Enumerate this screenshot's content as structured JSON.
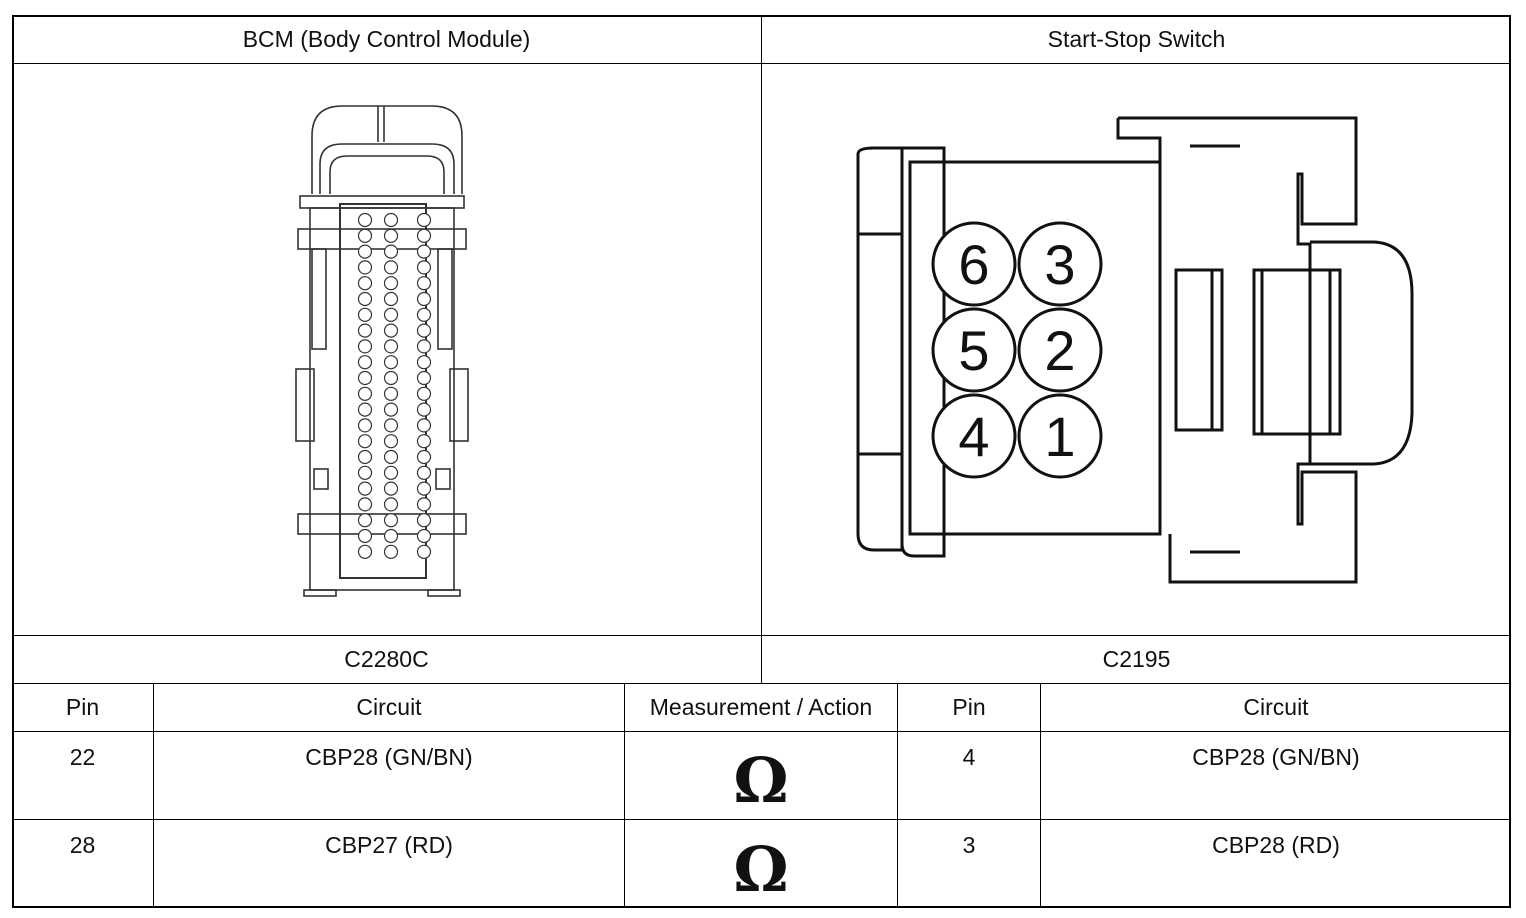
{
  "header": {
    "left_title": "BCM (Body Control Module)",
    "right_title": "Start-Stop Switch"
  },
  "connectors": {
    "left_id": "C2280C",
    "right_id": "C2195"
  },
  "switch_pins": [
    "6",
    "3",
    "5",
    "2",
    "4",
    "1"
  ],
  "table": {
    "headers": [
      "Pin",
      "Circuit",
      "Measurement / Action",
      "Pin",
      "Circuit"
    ],
    "rows": [
      {
        "pin_a": "22",
        "circuit_a": "CBP28 (GN/BN)",
        "action_icon": "ohm-symbol",
        "pin_b": "4",
        "circuit_b": "CBP28 (GN/BN)"
      },
      {
        "pin_a": "28",
        "circuit_a": "CBP27 (RD)",
        "action_icon": "ohm-symbol",
        "pin_b": "3",
        "circuit_b": "CBP28 (RD)"
      }
    ]
  },
  "icons": {
    "left_connector": "bcm-connector-drawing",
    "right_connector": "switch-connector-drawing",
    "ohm_glyph": "Ω"
  }
}
